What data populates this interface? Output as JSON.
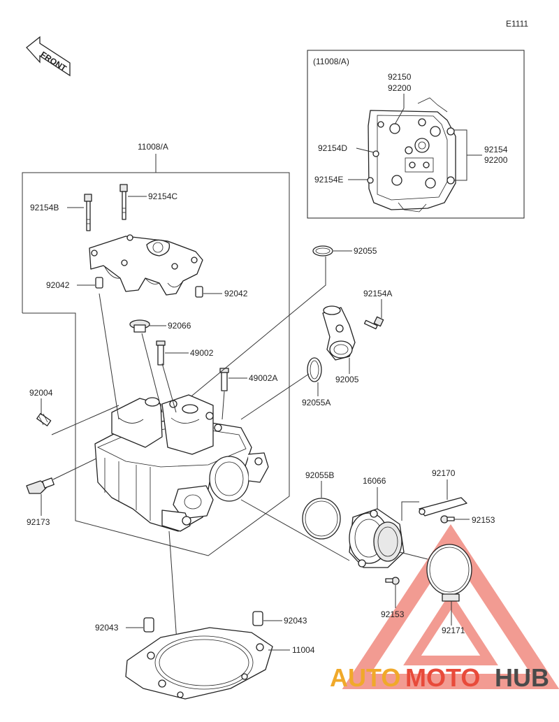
{
  "diagram_code": "E1111",
  "front_label": "FRONT",
  "inset": {
    "title": "(11008/A)",
    "callouts": {
      "bolt_top_a": "92150",
      "bolt_top_b": "92200",
      "bolt_right_a": "92154",
      "bolt_right_b": "92200",
      "bolt_left_d": "92154D",
      "bolt_left_e": "92154E"
    }
  },
  "callouts": {
    "head_assy": "11008/A",
    "bolt_b": "92154B",
    "bolt_c": "92154C",
    "dowel_left": "92042",
    "dowel_right": "92042",
    "oring_small": "92055",
    "bolt_a": "92154A",
    "plug": "92066",
    "guide": "49002",
    "guide_a": "49002A",
    "fitting": "92005",
    "oring_a": "92055A",
    "stud": "92004",
    "sensor": "92173",
    "oring_b": "92055B",
    "intake_holder": "16066",
    "bracket": "92170",
    "screw_bracket": "92153",
    "screw_holder": "92153",
    "clamp": "92171",
    "dowel_lower_left": "92043",
    "dowel_lower_right": "92043",
    "gasket": "11004"
  },
  "watermark": {
    "text_a": "AUTO",
    "text_b": "MOTO",
    "text_c": "HUB",
    "color_orange": "#f0a92a",
    "color_red": "#e84a3a",
    "color_dark": "#4a4a4a"
  }
}
